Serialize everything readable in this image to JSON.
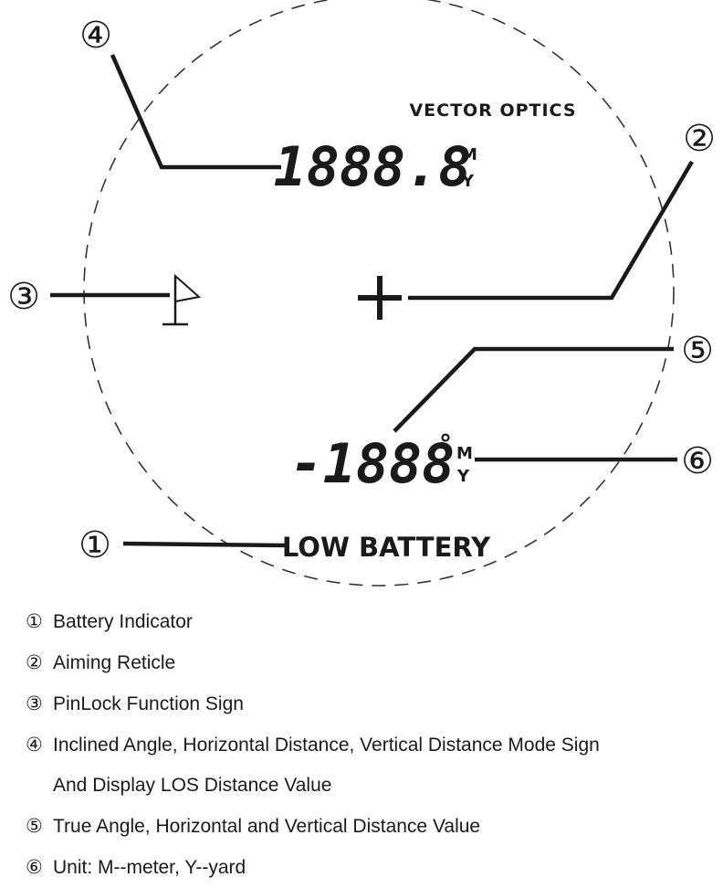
{
  "display": {
    "brand": "VECTOR OPTICS",
    "top_value": "1888.8",
    "top_unit_m": "M",
    "top_unit_y": "Y",
    "bottom_value": "-1888",
    "degree": "°",
    "bottom_unit_m": "M",
    "bottom_unit_y": "Y",
    "low_battery": "LOW BATTERY"
  },
  "callouts": {
    "c1": "①",
    "c2": "②",
    "c3": "③",
    "c4": "④",
    "c5": "⑤",
    "c6": "⑥"
  },
  "legend": [
    {
      "num": "①",
      "text": "Battery Indicator"
    },
    {
      "num": "②",
      "text": "Aiming Reticle"
    },
    {
      "num": "③",
      "text": "PinLock Function Sign"
    },
    {
      "num": "④",
      "text": "Inclined Angle, Horizontal Distance, Vertical Distance Mode Sign",
      "continuation": "And Display LOS Distance Value"
    },
    {
      "num": "⑤",
      "text": "True Angle, Horizontal and Vertical Distance Value"
    },
    {
      "num": "⑥",
      "text": "Unit: M--meter, Y--yard"
    }
  ]
}
